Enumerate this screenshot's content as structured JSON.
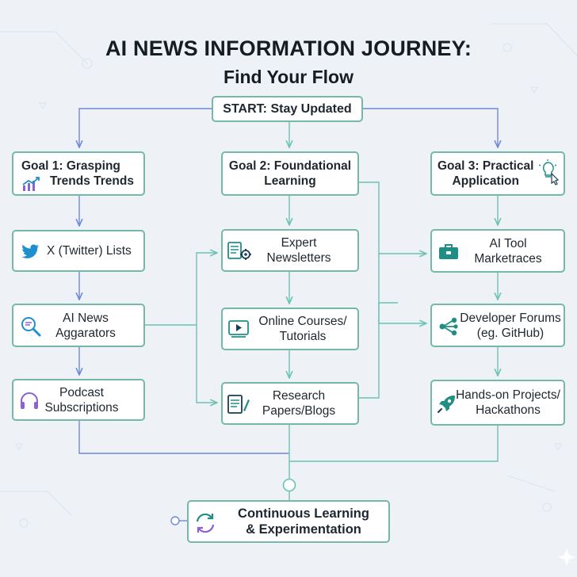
{
  "title": {
    "line1": "AI NEWS INFORMATION JOURNEY:",
    "line2": "Find Your Flow"
  },
  "start": {
    "label": "START: Stay Updated"
  },
  "columns": [
    {
      "goal": {
        "line1": "Goal 1: Grasping",
        "line2": "Trends Trends",
        "icon": "trend-chart-icon"
      },
      "steps": [
        {
          "label": "X (Twitter) Lists",
          "icon": "twitter-bird-icon"
        },
        {
          "line1": "AI News",
          "line2": "Aggarators",
          "icon": "magnifier-icon"
        },
        {
          "line1": "Podcast",
          "line2": "Subscriptions",
          "icon": "headphones-icon"
        }
      ]
    },
    {
      "goal": {
        "line1": "Goal 2: Foundational",
        "line2": "Learning"
      },
      "steps": [
        {
          "line1": "Expert",
          "line2": "Newsletters",
          "icon": "newsletter-gear-icon"
        },
        {
          "line1": "Online Courses/",
          "line2": "Tutorials",
          "icon": "video-play-icon"
        },
        {
          "line1": "Research",
          "line2": "Papers/Blogs",
          "icon": "document-pen-icon"
        }
      ]
    },
    {
      "goal": {
        "line1": "Goal 3: Practical",
        "line2": "Application",
        "icon": "lightbulb-cursor-icon"
      },
      "steps": [
        {
          "line1": "AI Tool",
          "line2": "Marketraces",
          "icon": "toolbox-icon"
        },
        {
          "line1": "Developer Forums",
          "line2": "(eg. GitHub)",
          "icon": "share-nodes-icon"
        },
        {
          "line1": "Hands-on Projects/",
          "line2": "Hackathons",
          "icon": "rocket-icon"
        }
      ]
    }
  ],
  "end": {
    "line1": "Continuous Learning",
    "line2": "& Experimentation",
    "icon": "cycle-arrows-icon"
  },
  "colors": {
    "arrow_blue": "#6f88d8",
    "arrow_teal": "#6cc2b3",
    "box_border": "#74b9a8",
    "title_text": "#151c23",
    "icon_blue": "#1d8fcf",
    "icon_purple": "#8b62d6",
    "icon_teal": "#1f8f86",
    "background": "#eef2f7"
  }
}
